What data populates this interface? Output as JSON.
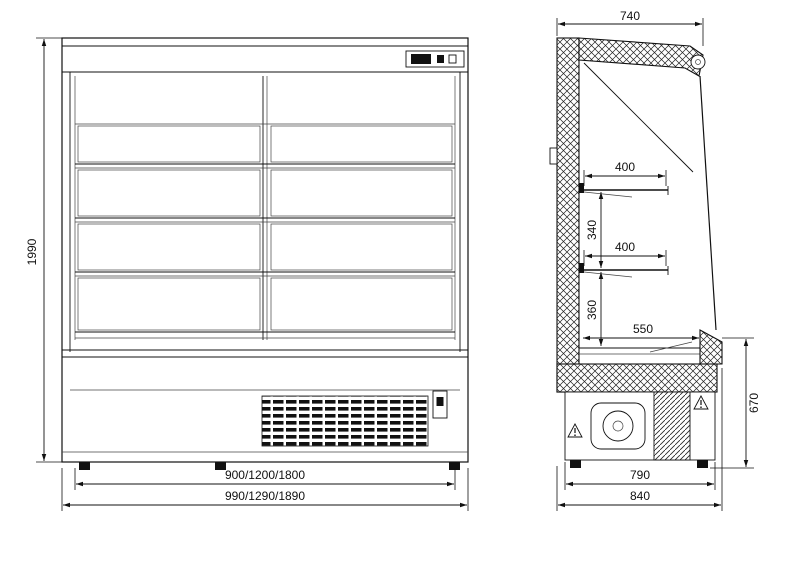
{
  "views": {
    "front": {
      "height": "1990",
      "inner_width": "900/1200/1800",
      "outer_width": "990/1290/1890"
    },
    "side": {
      "top_depth": "740",
      "upper_shelf_depth": "400",
      "upper_shelf_spacing": "340",
      "lower_shelf_depth": "400",
      "lower_shelf_spacing": "360",
      "well_depth": "550",
      "base_height": "670",
      "base_depth": "790",
      "overall_depth": "840"
    }
  }
}
